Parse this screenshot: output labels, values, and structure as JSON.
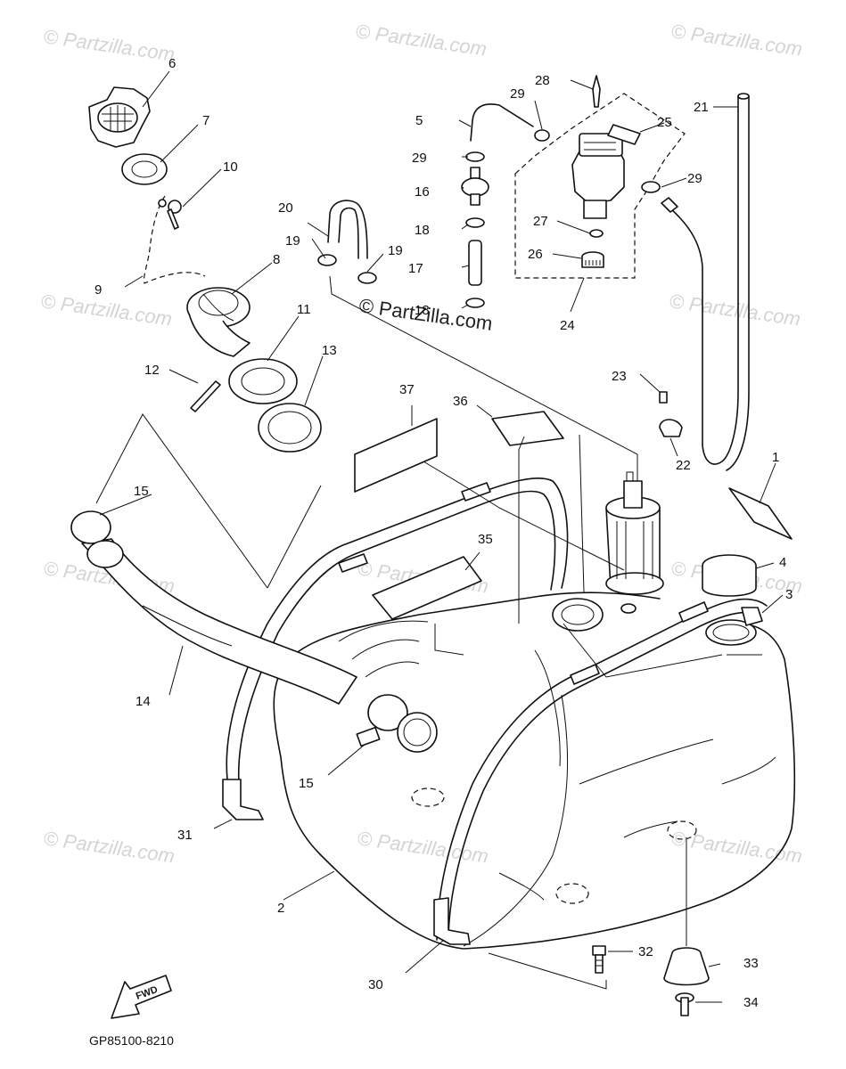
{
  "watermarks": {
    "tl": "© Partzilla.com",
    "tc": "© Partzilla.com",
    "tr": "© Partzilla.com",
    "ml": "© Partzilla.com",
    "mr": "© Partzilla.com",
    "mc": "© Partzilla.com",
    "cc": "© PartZilla.com",
    "bl": "© Partzilla.com",
    "bc": "© Partzilla.com",
    "br": "© Partzilla.com"
  },
  "labels": {
    "n1": "1",
    "n2": "2",
    "n3": "3",
    "n4": "4",
    "n5": "5",
    "n6": "6",
    "n7": "7",
    "n8": "8",
    "n9": "9",
    "n10": "10",
    "n11": "11",
    "n12": "12",
    "n13": "13",
    "n14": "14",
    "n15a": "15",
    "n15b": "15",
    "n16": "16",
    "n17": "17",
    "n18a": "18",
    "n18b": "18",
    "n19a": "19",
    "n19b": "19",
    "n20": "20",
    "n21": "21",
    "n22": "22",
    "n23": "23",
    "n24": "24",
    "n25": "25",
    "n26": "26",
    "n27": "27",
    "n28": "28",
    "n29a": "29",
    "n29b": "29",
    "n29c": "29",
    "n30": "30",
    "n31": "31",
    "n32": "32",
    "n33": "33",
    "n34": "34",
    "n35": "35",
    "n36": "36",
    "n37": "37"
  },
  "fwd_label": "FWD",
  "diagram_code": "GP85100-8210"
}
